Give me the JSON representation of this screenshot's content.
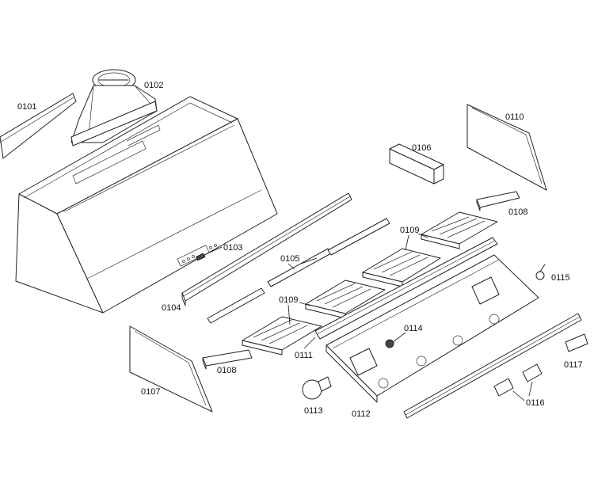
{
  "labels": {
    "p0101": "0101",
    "p0102": "0102",
    "p0103": "0103",
    "p0104": "0104",
    "p0105": "0105",
    "p0106": "0106",
    "p0107": "0107",
    "p0108a": "0108",
    "p0108b": "0108",
    "p0109a": "0109",
    "p0109b": "0109",
    "p0110": "0110",
    "p0111": "0111",
    "p0112": "0112",
    "p0113": "0113",
    "p0114": "0114",
    "p0115": "0115",
    "p0116": "0116",
    "p0117": "0117"
  }
}
